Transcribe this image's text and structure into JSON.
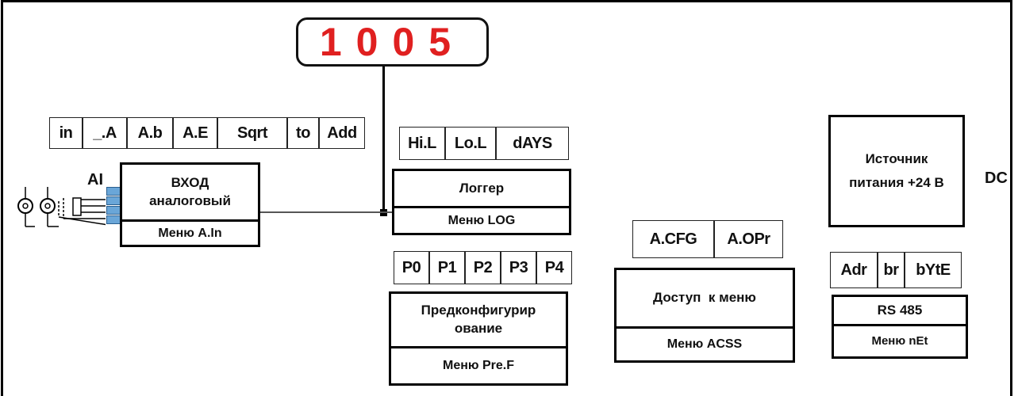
{
  "display": {
    "value": "1005"
  },
  "analog_input": {
    "side_label": "AI",
    "params": [
      "in",
      "_.A",
      "A.b",
      "A.E",
      "Sqrt",
      "to",
      "Add"
    ],
    "title": "ВХОД аналоговый",
    "menu": "Меню A.In"
  },
  "logger": {
    "params": [
      "Hi.L",
      "Lo.L",
      "dAYS"
    ],
    "title": "Логгер",
    "menu": "Меню LOG"
  },
  "preconfig": {
    "params": [
      "P0",
      "P1",
      "P2",
      "P3",
      "P4"
    ],
    "title": "Предконфигурир ование",
    "menu": "Меню Pre.F"
  },
  "access": {
    "params": [
      "A.CFG",
      "A.OPr"
    ],
    "title": "Доступ  к меню",
    "menu": "Меню ACSS"
  },
  "network": {
    "params": [
      "Adr",
      "br",
      "bYtE"
    ],
    "title": "RS 485",
    "menu": "Меню nEt"
  },
  "power": {
    "title": "Источник питания +24 В",
    "side_label": "DC"
  },
  "colors": {
    "display_digits": "#e02020",
    "connector_pins": "#6aa6d8"
  }
}
